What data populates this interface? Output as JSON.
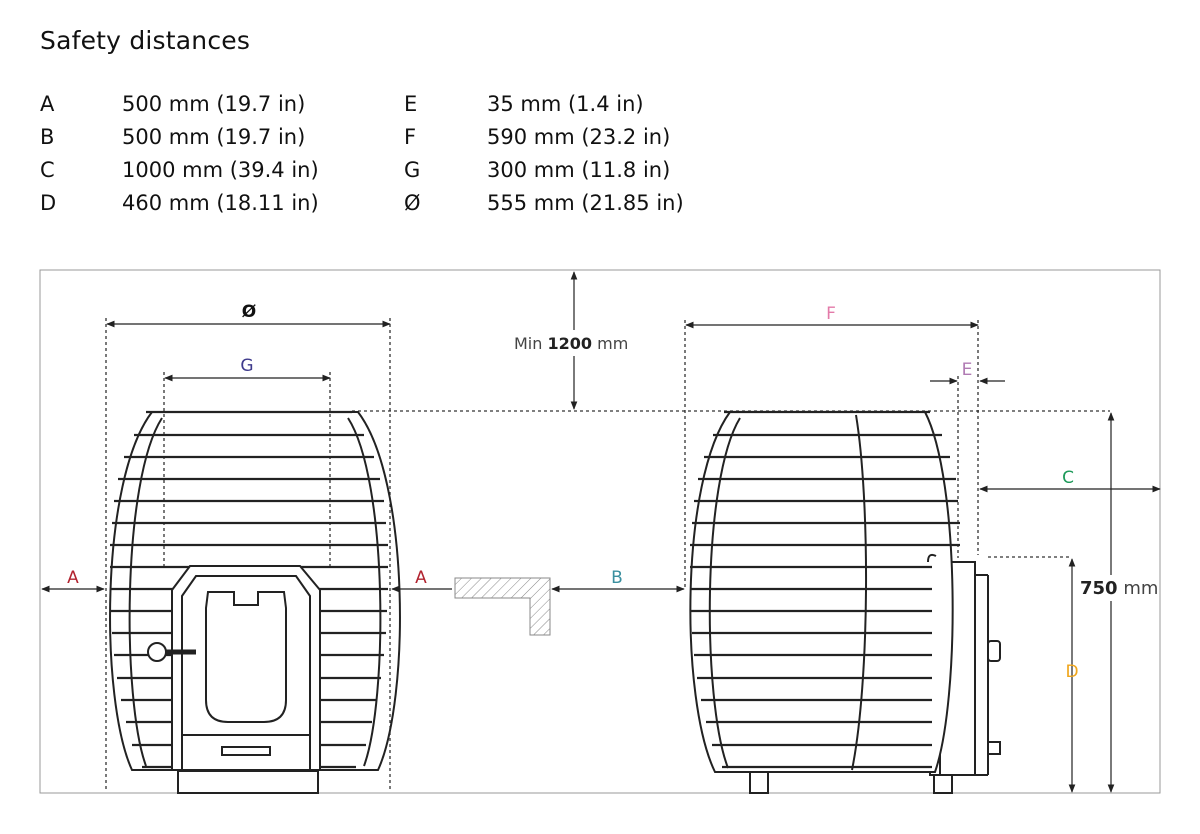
{
  "title": "Safety distances",
  "specs": {
    "letters_left": [
      "A",
      "B",
      "C",
      "D"
    ],
    "values_left": [
      "500 mm (19.7 in)",
      "500 mm (19.7 in)",
      "1000 mm (39.4 in)",
      "460 mm (18.11 in)"
    ],
    "letters_right": [
      "E",
      "F",
      "G",
      "Ø"
    ],
    "values_right": [
      "35 mm (1.4 in)",
      "590 mm (23.2 in)",
      "300 mm (11.8 in)",
      "555 mm (21.85 in)"
    ]
  },
  "diagram": {
    "label_diameter": "Ø",
    "label_g": "G",
    "label_f": "F",
    "label_e": "E",
    "label_c": "C",
    "label_d": "D",
    "label_a_left": "A",
    "label_a_right": "A",
    "label_b": "B",
    "min_prefix": "Min",
    "min_value": "1200",
    "min_unit": "mm",
    "height_value": "750",
    "height_unit": "mm",
    "colors": {
      "A": "#b22430",
      "B": "#3a8f9f",
      "C": "#1e9a5a",
      "D": "#f0a61c",
      "E": "#b07ab3",
      "F": "#e37aa9",
      "G": "#3e3a8c",
      "line": "#222222"
    }
  }
}
